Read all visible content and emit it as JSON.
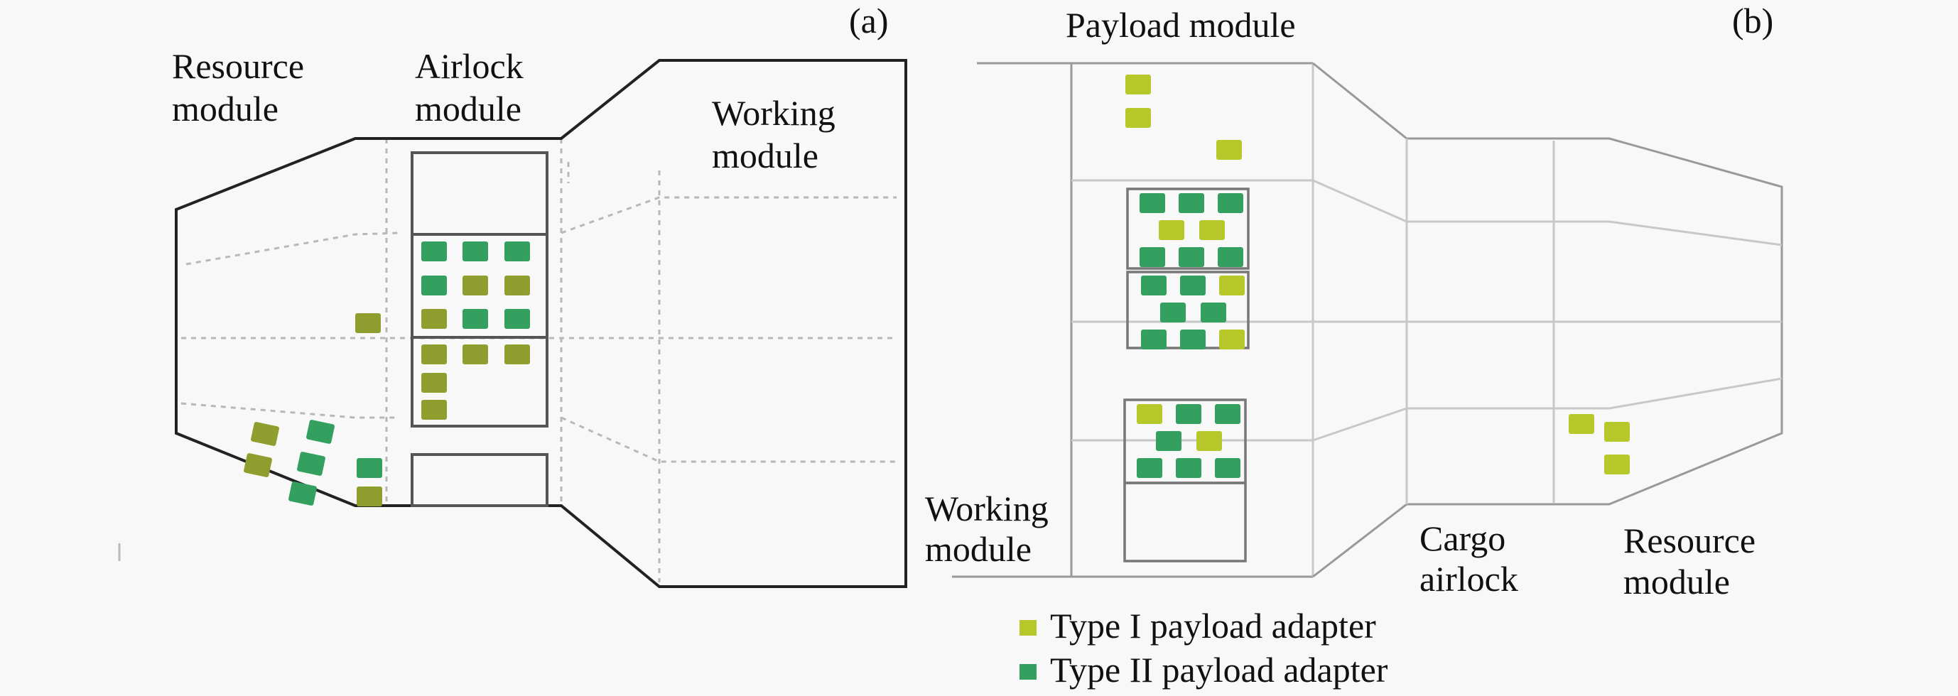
{
  "colors": {
    "type1_a": "#8f9e2e",
    "type1_b": "#b7c92a",
    "type2": "#33a060",
    "background": "#f8f8f8"
  },
  "panel_a": {
    "tag": "(a)",
    "labels": {
      "resource_line1": "Resource",
      "resource_line2": "module",
      "airlock_line1": "Airlock",
      "airlock_line2": "module",
      "working_line1": "Working",
      "working_line2": "module"
    },
    "adapters": {
      "airlock_upper_rack": [
        [
          "II",
          "II",
          "II"
        ],
        [
          "II",
          "I",
          "I"
        ],
        [
          "I",
          "II",
          "II"
        ]
      ],
      "airlock_lower_rack": [
        [
          "I",
          "I",
          "I"
        ],
        [
          "I"
        ],
        [
          "I"
        ]
      ],
      "resource_single": "I",
      "resource_bottom_cluster": [
        "I",
        "II",
        "I",
        "II",
        "II",
        "II",
        "I"
      ]
    }
  },
  "panel_b": {
    "tag": "(b)",
    "labels": {
      "payload": "Payload module",
      "working_line1": "Working",
      "working_line2": "module",
      "cargo_line1": "Cargo",
      "cargo_line2": "airlock",
      "resource_line1": "Resource",
      "resource_line2": "module"
    },
    "adapters": {
      "payload_top": [
        "I",
        "I",
        "I"
      ],
      "rack1": [
        [
          "II",
          "II",
          "II"
        ],
        [
          "I",
          "I"
        ],
        [
          "II",
          "II",
          "II"
        ]
      ],
      "rack2": [
        [
          "II",
          "II",
          "I"
        ],
        [
          "II",
          "II"
        ],
        [
          "II",
          "II",
          "I"
        ]
      ],
      "rack3": [
        [
          "I",
          "II",
          "II"
        ],
        [
          "II",
          "I"
        ],
        [
          "II",
          "II",
          "II"
        ]
      ],
      "resource": [
        "I",
        "I",
        "I"
      ]
    }
  },
  "legend": {
    "items": [
      {
        "type": "I",
        "label": "Type I payload adapter"
      },
      {
        "type": "II",
        "label": "Type II payload adapter"
      }
    ]
  }
}
